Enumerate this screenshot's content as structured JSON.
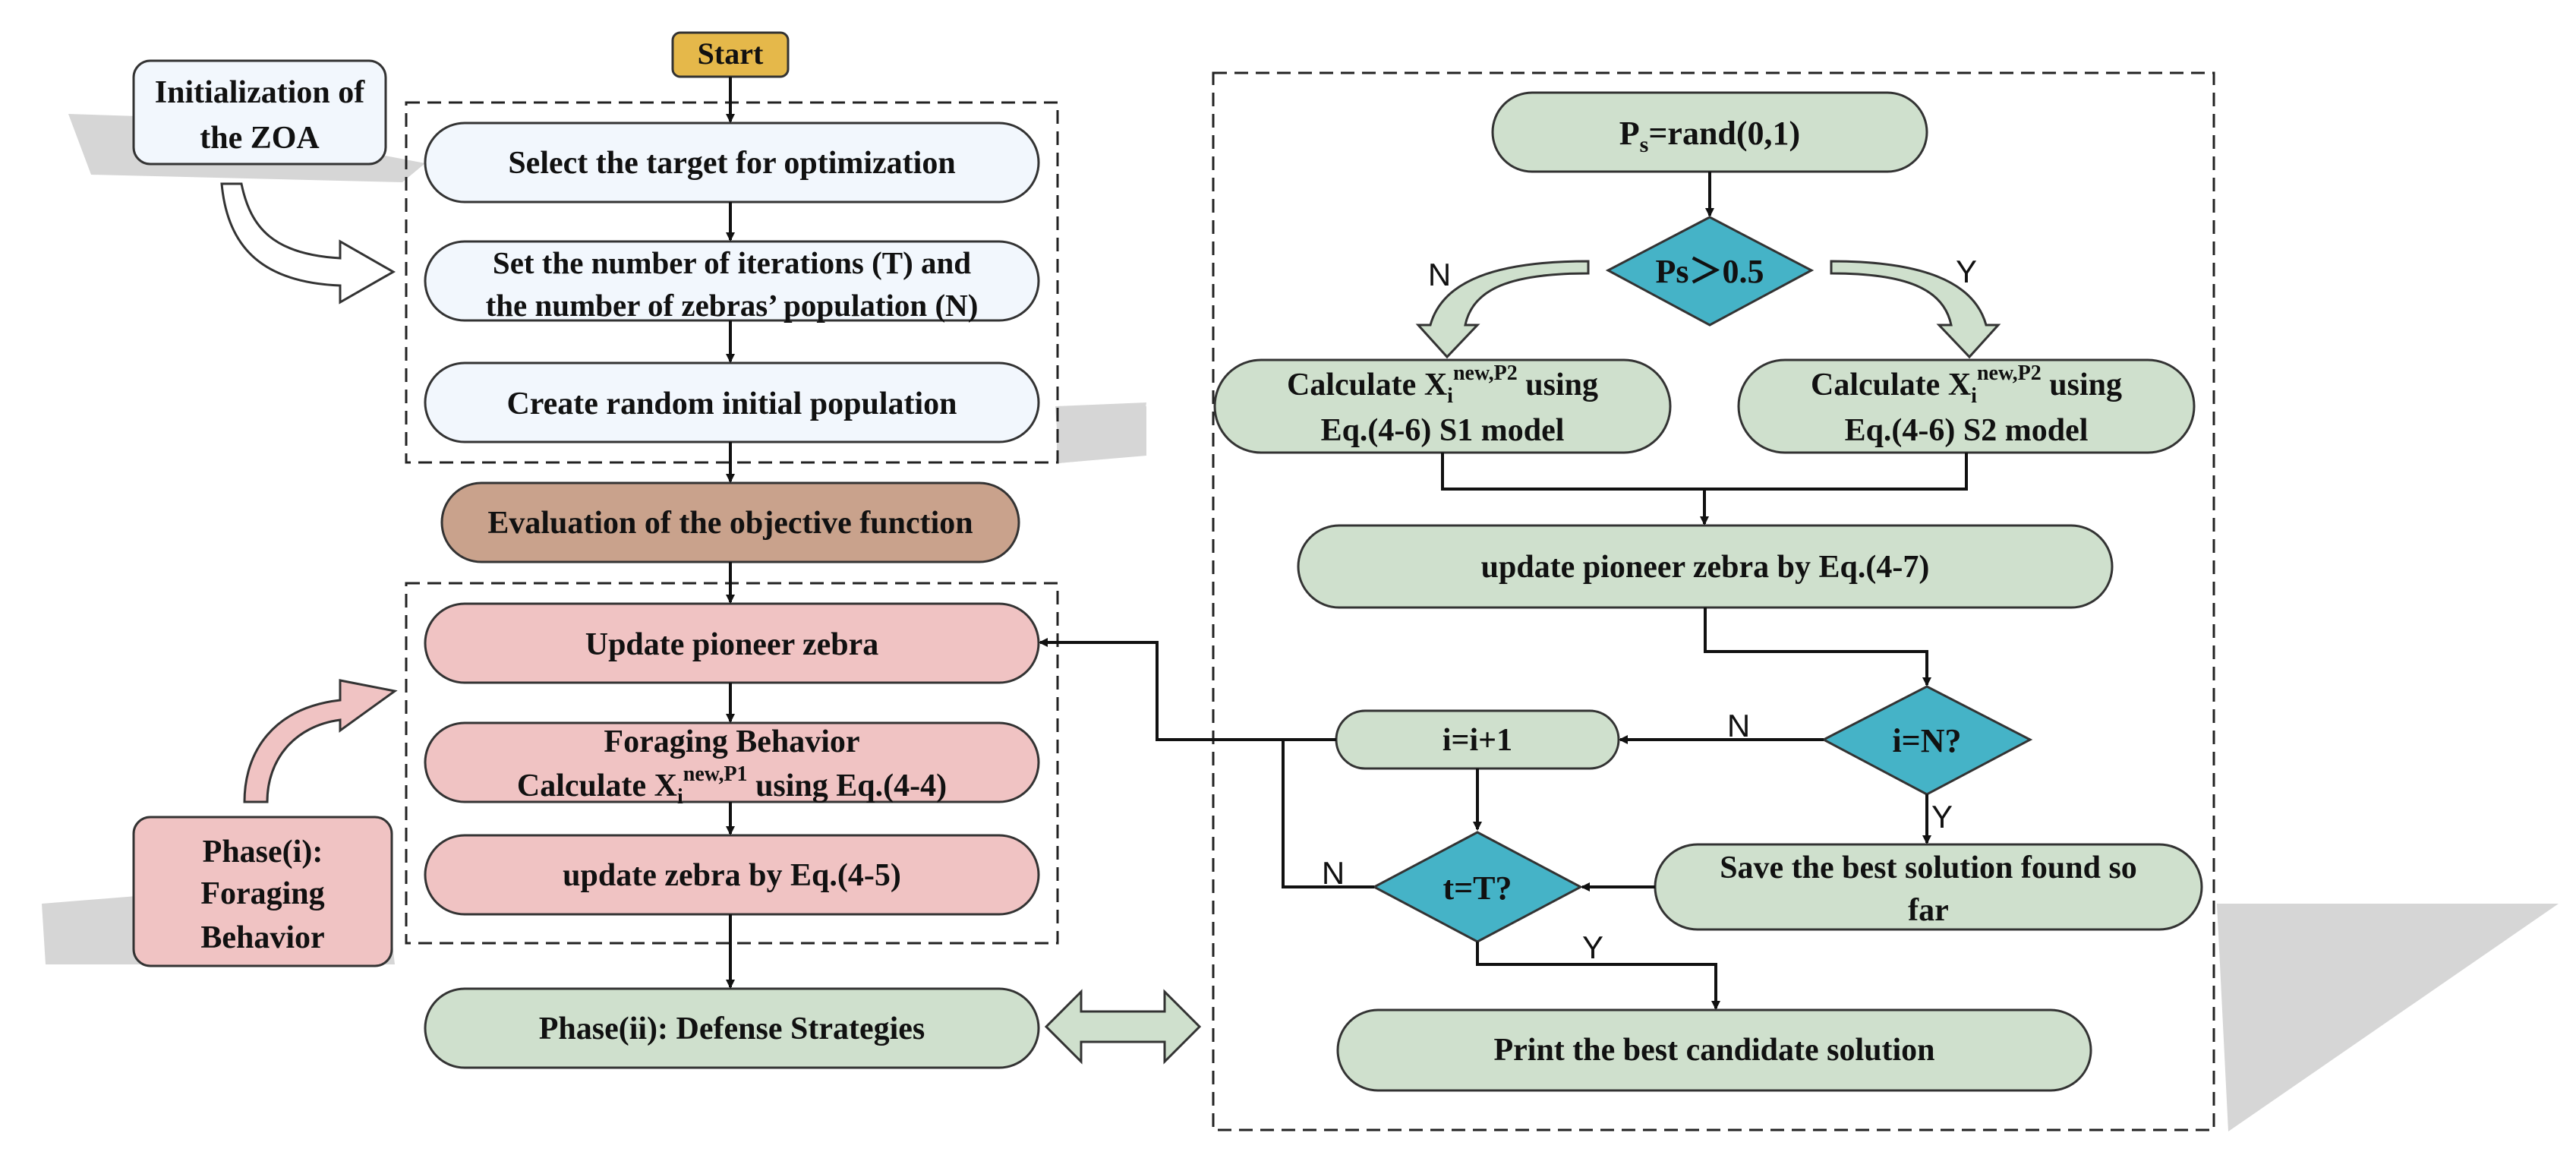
{
  "start": "Start",
  "init_box": {
    "line1": "Initialization of",
    "line2": "the ZOA"
  },
  "select_target": "Select the target for optimization",
  "set_iter": {
    "line1": "Set the number of iterations (T) and",
    "line2": "the number of zebras’ population (N)"
  },
  "create_pop": "Create random initial population",
  "evaluation": "Evaluation of the objective function",
  "update_pioneer_left": "Update pioneer zebra",
  "foraging": {
    "line1": "Foraging Behavior",
    "line2_pre": "Calculate X",
    "sub": "i",
    "sup": "new,P1",
    "line2_post": " using Eq.(4-4)"
  },
  "update_zebra": "update zebra by Eq.(4-5)",
  "phase1_box": {
    "line1": "Phase(i):",
    "line2": "Foraging",
    "line3": "Behavior"
  },
  "phase2": "Phase(ii): Defense Strategies",
  "ps_rand": {
    "pre": "P",
    "sub": "s",
    "post": "=rand(0,1)"
  },
  "ps_decision": "Ps＞0.5",
  "label_n1": "N",
  "label_y1": "Y",
  "calc_s1": {
    "line1_pre": "Calculate X",
    "sub": "i",
    "sup": "new,P2",
    "line1_post": " using",
    "line2": "Eq.(4-6) S1 model"
  },
  "calc_s2": {
    "line1_pre": "Calculate X",
    "sub": "i",
    "sup": "new,P2",
    "line1_post": " using",
    "line2": "Eq.(4-6) S2 model"
  },
  "update_pioneer_right": "update pioneer zebra by Eq.(4-7)",
  "i_check": "i=N?",
  "i_inc": "i=i+1",
  "label_n2": "N",
  "label_y2": "Y",
  "save_best": {
    "line1": "Save the best solution found so",
    "line2": "far"
  },
  "t_check": "t=T?",
  "label_n3": "N",
  "label_y3": "Y",
  "print_best": "Print the best candidate solution",
  "colors": {
    "start_fill": "#e5b84a",
    "blue_fill": "#f2f7fd",
    "brown_fill": "#c9a28c",
    "pink_fill": "#f0c3c3",
    "green_fill": "#cfe0cd",
    "diamond_fill": "#45b3c7",
    "shadow": "#d6d6d6"
  }
}
